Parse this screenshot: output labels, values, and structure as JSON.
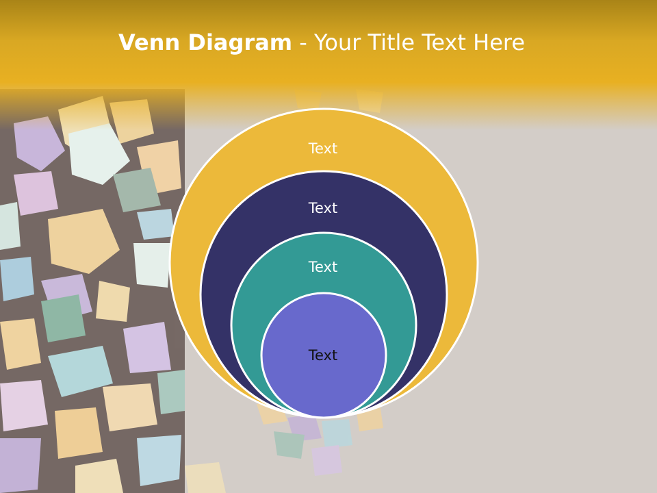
{
  "slide": {
    "title_bold": "Venn Diagram",
    "title_rest": " - Your Title Text Here"
  },
  "diagram": {
    "circles": [
      {
        "label": "Text",
        "fill": "#ecb93a",
        "text_color": "#ffffff"
      },
      {
        "label": "Text",
        "fill": "#343267",
        "text_color": "#ffffff"
      },
      {
        "label": "Text",
        "fill": "#339a95",
        "text_color": "#ffffff"
      },
      {
        "label": "Text",
        "fill": "#6869cc",
        "text_color": "#111111"
      }
    ]
  },
  "colors": {
    "title_bar": "#e8b022",
    "background": "#d3cdc8",
    "circle_stroke": "#ffffff"
  }
}
